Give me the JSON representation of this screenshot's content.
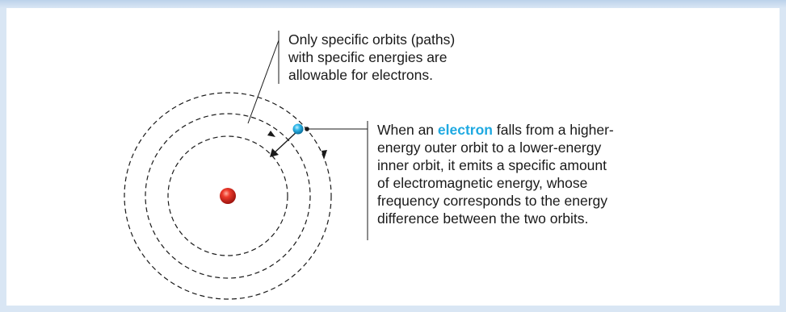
{
  "annotation_top": {
    "lines": [
      "Only specific orbits (paths)",
      "with specific energies are",
      "allowable for electrons."
    ]
  },
  "annotation_right": {
    "line1_prefix": "When an ",
    "line1_highlight": "electron",
    "line1_suffix": " falls from a higher-",
    "lines": [
      "energy outer orbit to a lower-energy",
      "inner orbit, it emits a specific amount",
      "of electromagnetic energy, whose",
      "frequency corresponds to the energy",
      "difference between the two orbits."
    ]
  },
  "colors": {
    "nucleus": "#e8332a",
    "electron": "#29b6e8",
    "highlight_text": "#1ea9e1",
    "frame_border": "#d9e6f4"
  }
}
